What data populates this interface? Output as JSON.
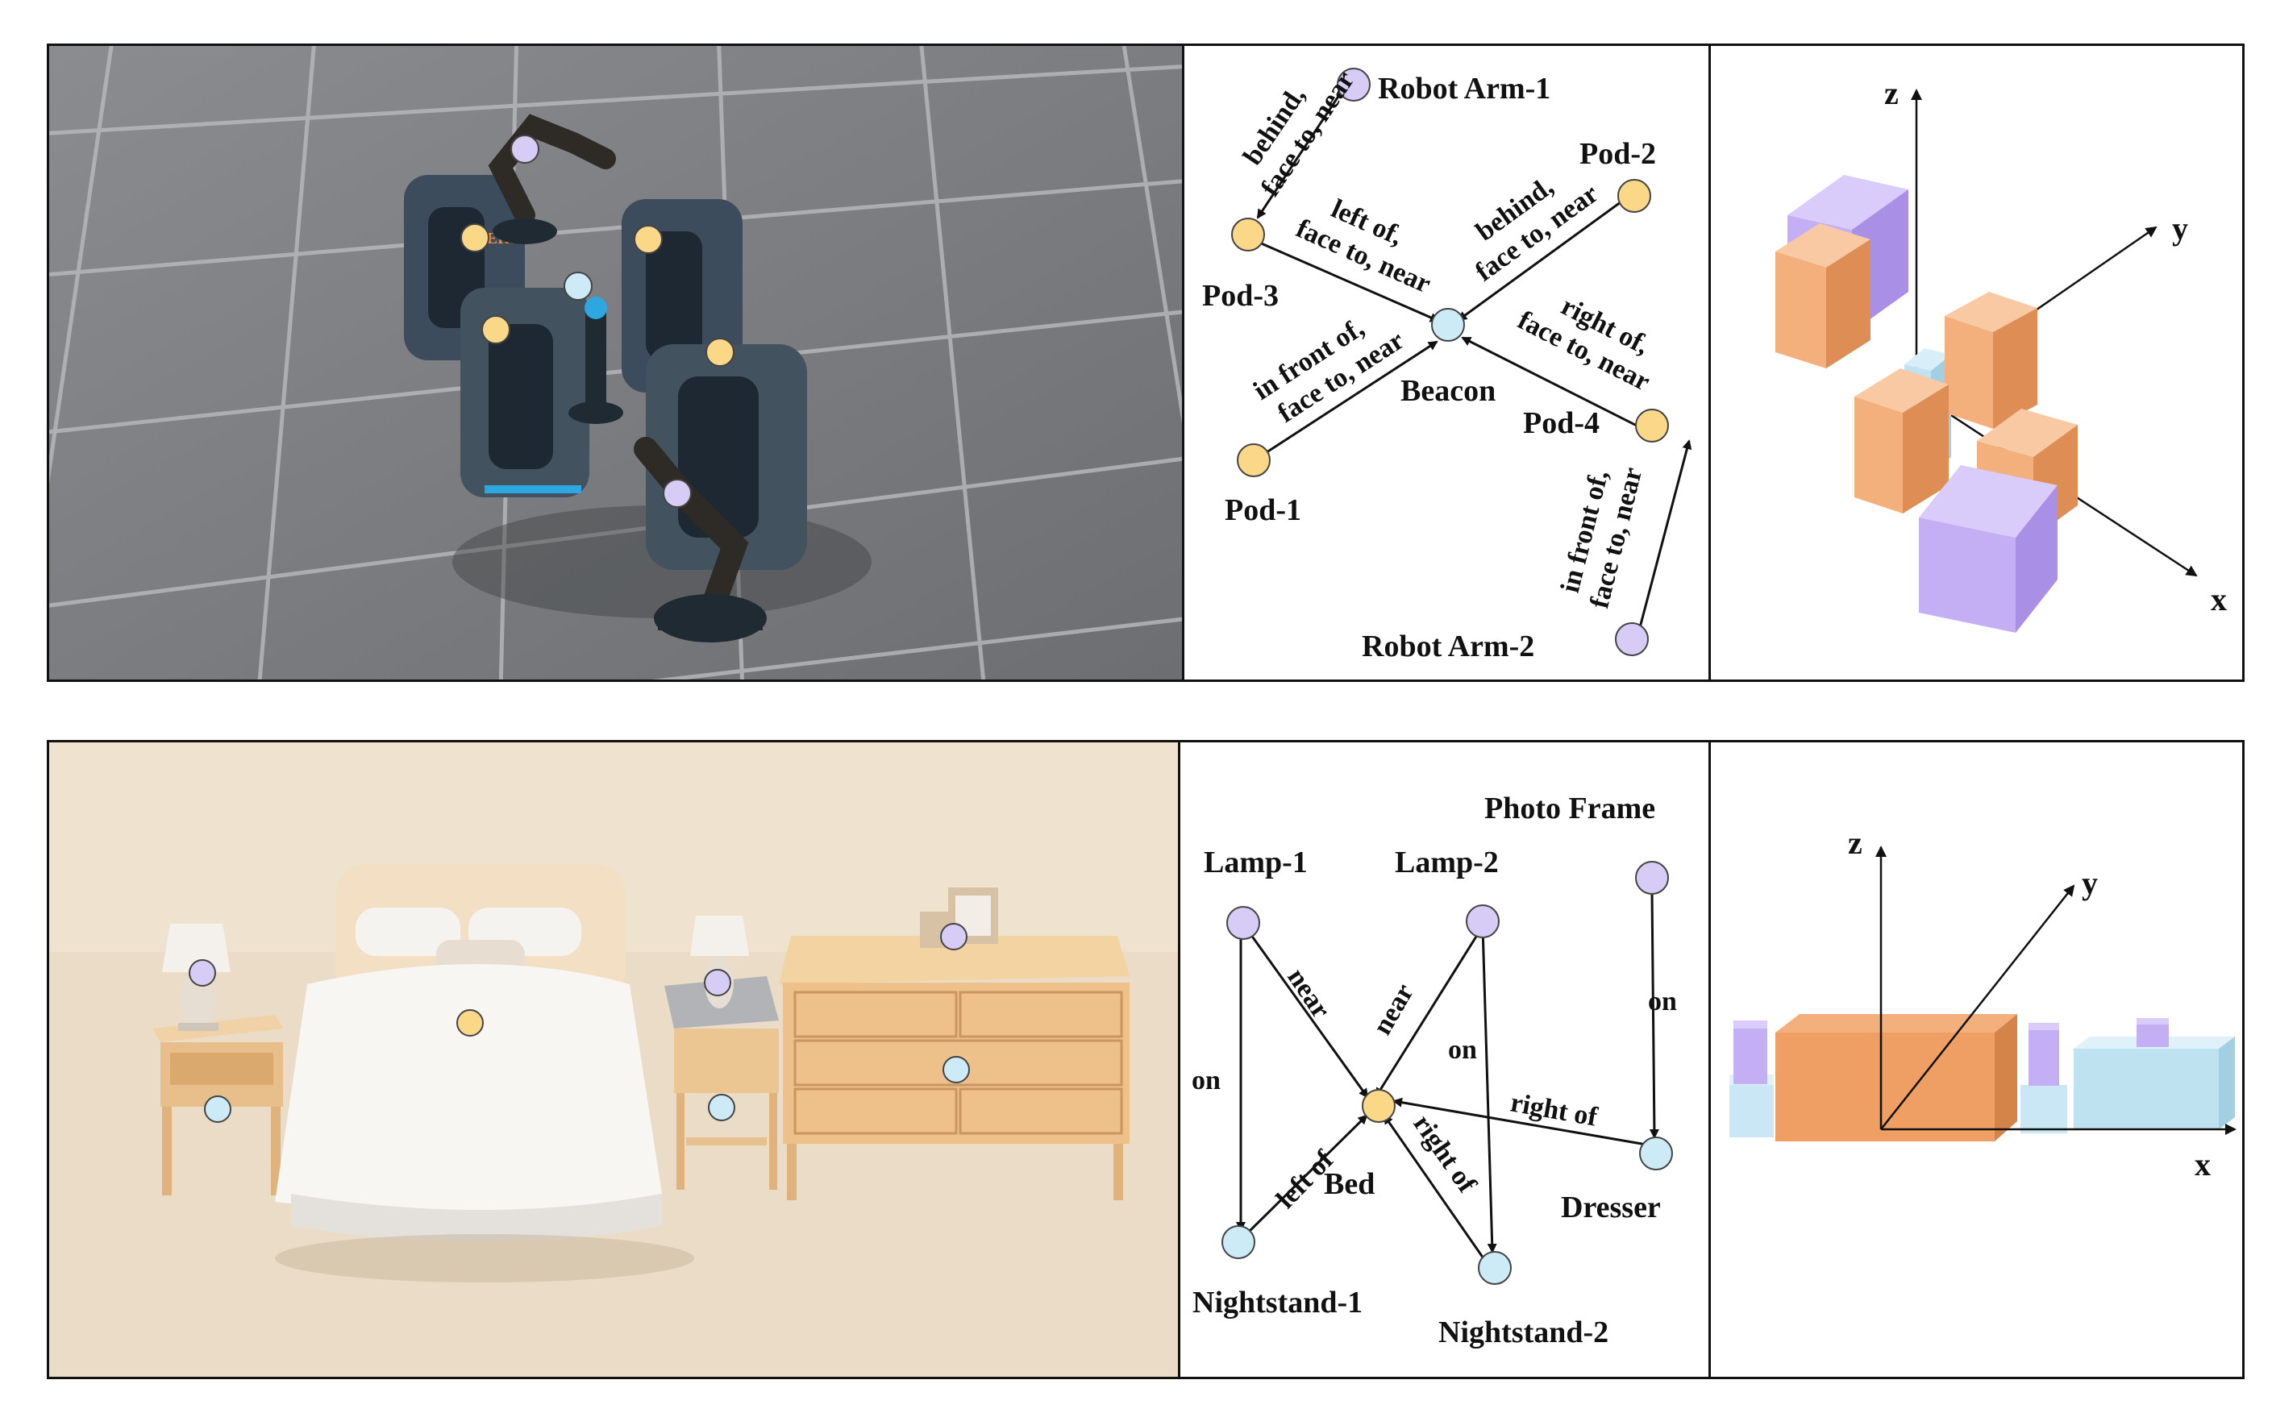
{
  "colors": {
    "purple": "#d7ccf5",
    "yellow": "#fbd888",
    "cyan": "#cdeaf7",
    "box_orange": "#f0a874",
    "box_purple": "#c4aef4",
    "box_blue": "#bfe2f1",
    "floor_gray": "#7b7d80",
    "floor_sand": "#eadcc6"
  },
  "scene1": {
    "photo_label_alert": "ALERT",
    "nodes": {
      "robot_arm_1": "Robot Arm-1",
      "pod_2": "Pod-2",
      "pod_3": "Pod-3",
      "beacon": "Beacon",
      "pod_1": "Pod-1",
      "pod_4": "Pod-4",
      "robot_arm_2": "Robot Arm-2"
    },
    "edges": {
      "arm1_pod3": [
        "behind,",
        "face to, near"
      ],
      "pod3_beacon": [
        "left of,",
        "face to, near"
      ],
      "pod2_beacon": [
        "behind,",
        "face to, near"
      ],
      "pod1_beacon": [
        "in front of,",
        "face to, near"
      ],
      "pod4_beacon": [
        "right of,",
        "face to, near"
      ],
      "arm2_pod4": [
        "in front of,",
        "face to, near"
      ]
    },
    "axes": {
      "x": "x",
      "y": "y",
      "z": "z"
    }
  },
  "scene2": {
    "nodes": {
      "photo_frame": "Photo Frame",
      "lamp_1": "Lamp-1",
      "lamp_2": "Lamp-2",
      "bed": "Bed",
      "dresser": "Dresser",
      "nightstand_1": "Nightstand-1",
      "nightstand_2": "Nightstand-2"
    },
    "edges": {
      "lamp1_bed": "near",
      "lamp2_bed": "near",
      "lamp1_nightstand1": "on",
      "lamp2_nightstand2": "on",
      "frame_dresser": "on",
      "nightstand1_bed": "left of",
      "nightstand2_bed": "right of",
      "dresser_bed": "right of"
    },
    "axes": {
      "x": "x",
      "y": "y",
      "z": "z"
    }
  }
}
